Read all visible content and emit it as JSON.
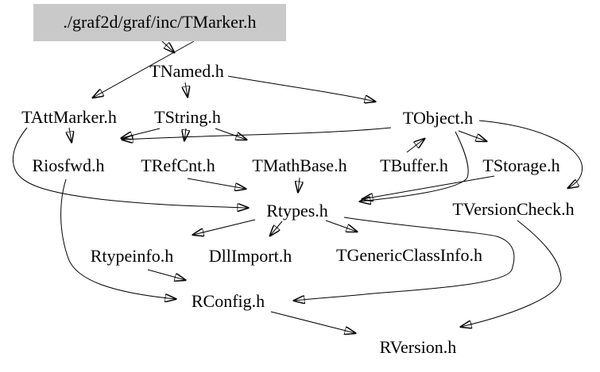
{
  "graph": {
    "description": "include dependency graph",
    "colors": {
      "background": "#ffffff",
      "text": "#000000",
      "edge": "#000000",
      "root_fill": "#c9c9c9"
    },
    "nodes": [
      {
        "id": "tmarker",
        "label": "./graf2d/graf/inc/TMarker.h"
      },
      {
        "id": "tnamed",
        "label": "TNamed.h"
      },
      {
        "id": "tattmarker",
        "label": "TAttMarker.h"
      },
      {
        "id": "tstring",
        "label": "TString.h"
      },
      {
        "id": "tobject",
        "label": "TObject.h"
      },
      {
        "id": "riosfwd",
        "label": "Riosfwd.h"
      },
      {
        "id": "trefcnt",
        "label": "TRefCnt.h"
      },
      {
        "id": "tmathbase",
        "label": "TMathBase.h"
      },
      {
        "id": "tbuffer",
        "label": "TBuffer.h"
      },
      {
        "id": "tstorage",
        "label": "TStorage.h"
      },
      {
        "id": "rtypes",
        "label": "Rtypes.h"
      },
      {
        "id": "tversioncheck",
        "label": "TVersionCheck.h"
      },
      {
        "id": "rtypeinfo",
        "label": "Rtypeinfo.h"
      },
      {
        "id": "dllimport",
        "label": "DllImport.h"
      },
      {
        "id": "tgenericclassinfo",
        "label": "TGenericClassInfo.h"
      },
      {
        "id": "rconfig",
        "label": "RConfig.h"
      },
      {
        "id": "rversion",
        "label": "RVersion.h"
      }
    ],
    "edges": [
      {
        "from": "tmarker",
        "to": "tattmarker"
      },
      {
        "from": "tmarker",
        "to": "tnamed"
      },
      {
        "from": "tnamed",
        "to": "tstring"
      },
      {
        "from": "tnamed",
        "to": "tobject"
      },
      {
        "from": "tattmarker",
        "to": "riosfwd"
      },
      {
        "from": "tattmarker",
        "to": "rtypes"
      },
      {
        "from": "tstring",
        "to": "riosfwd"
      },
      {
        "from": "tstring",
        "to": "trefcnt"
      },
      {
        "from": "tstring",
        "to": "tmathbase"
      },
      {
        "from": "tobject",
        "to": "riosfwd"
      },
      {
        "from": "tobject",
        "to": "tstorage"
      },
      {
        "from": "tobject",
        "to": "tversioncheck"
      },
      {
        "from": "tobject",
        "to": "rtypes"
      },
      {
        "from": "tbuffer",
        "to": "tobject"
      },
      {
        "from": "tstorage",
        "to": "rtypes"
      },
      {
        "from": "trefcnt",
        "to": "rtypes"
      },
      {
        "from": "tmathbase",
        "to": "rtypes"
      },
      {
        "from": "rtypes",
        "to": "rtypeinfo"
      },
      {
        "from": "rtypes",
        "to": "dllimport"
      },
      {
        "from": "rtypes",
        "to": "tgenericclassinfo"
      },
      {
        "from": "rtypes",
        "to": "rconfig"
      },
      {
        "from": "riosfwd",
        "to": "rconfig"
      },
      {
        "from": "rtypeinfo",
        "to": "rconfig"
      },
      {
        "from": "tversioncheck",
        "to": "rversion"
      },
      {
        "from": "rconfig",
        "to": "rversion"
      }
    ]
  }
}
